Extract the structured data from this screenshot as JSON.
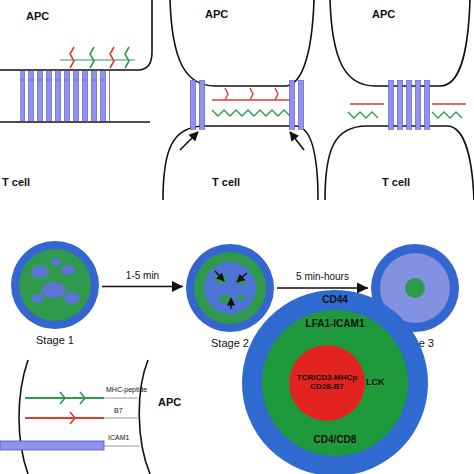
{
  "diagram": {
    "nodes": [
      {
        "text": [
          "Stage 1"
        ]
      },
      {
        "text": [
          "Stage 2"
        ]
      },
      {
        "text": [
          "Stage 3"
        ]
      },
      {
        "text": [
          "CD44"
        ]
      },
      {
        "text": [
          "LFA1-ICAM1",
          "CD4/CD8",
          "LCK"
        ],
        "in": 3
      },
      {
        "text": [
          "TCR/CD3-MHCp CD28-B7"
        ],
        "in": 4
      }
    ],
    "edges": [
      {
        "from": 0,
        "to": 1,
        "label": "1-5 min",
        "arrow": "to"
      },
      {
        "from": 1,
        "to": 2,
        "label": "5 min-hours",
        "arrow": "to"
      }
    ],
    "labels": [
      "APC",
      "T cell",
      "APC",
      "T cell",
      "APC",
      "T cell",
      "MHC-peptide",
      "B7",
      "APC",
      "ICAM1"
    ]
  }
}
